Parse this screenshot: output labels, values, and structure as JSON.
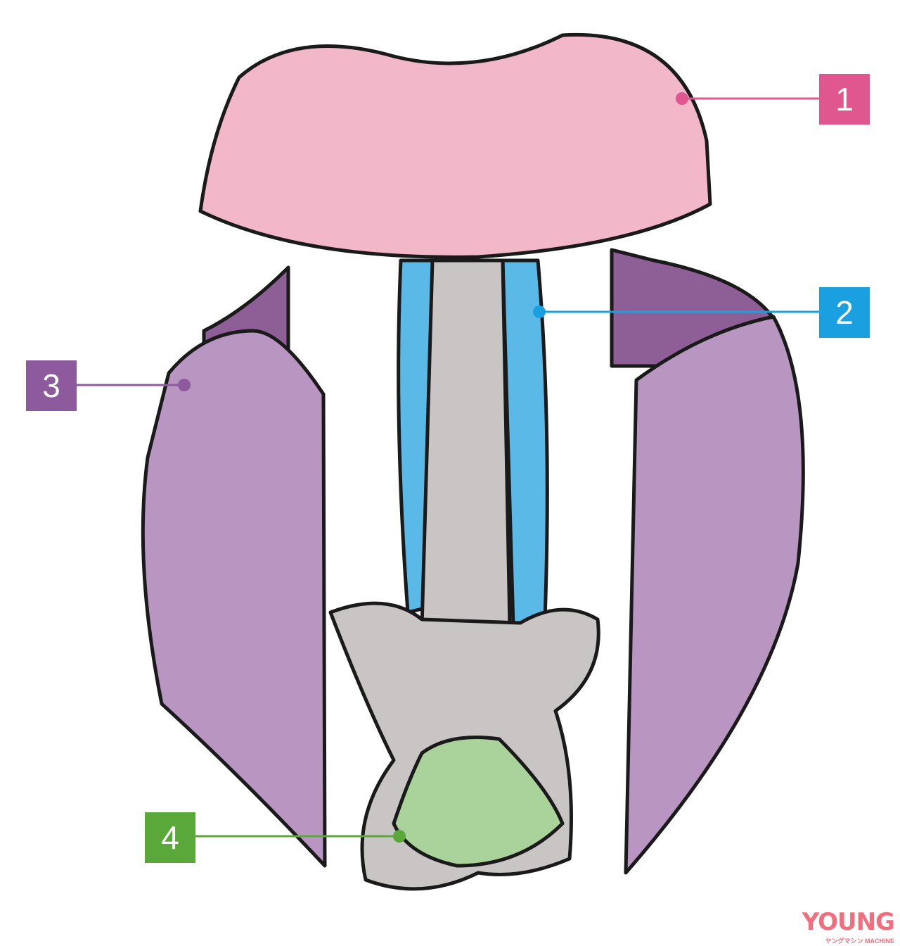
{
  "labels": [
    {
      "number": "1",
      "color": "#e0578f"
    },
    {
      "number": "2",
      "color": "#1aa0e0"
    },
    {
      "number": "3",
      "color": "#8e5a9e"
    },
    {
      "number": "4",
      "color": "#5aa83a"
    }
  ],
  "colors": {
    "diaphragm": "#f2b7c9",
    "multifidus": "#5ab9e6",
    "transversus": "#b996c2",
    "transversus_dark": "#8e5f96",
    "pelvic_floor": "#a9d39a",
    "bone": "#c9c5c5"
  },
  "logo": {
    "main": "YOUNG",
    "sub_jp": "ヤングマシン",
    "sub_en": "MACHINE"
  }
}
